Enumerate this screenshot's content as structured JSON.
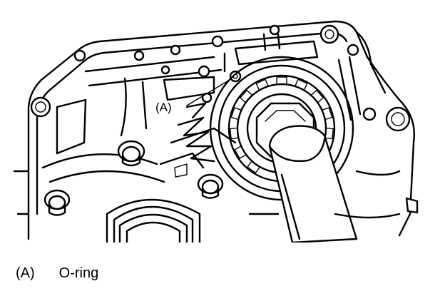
{
  "figure": {
    "callout_label": "(A)"
  },
  "legend": {
    "items": [
      {
        "key": "(A)",
        "text": "O-ring"
      }
    ]
  }
}
